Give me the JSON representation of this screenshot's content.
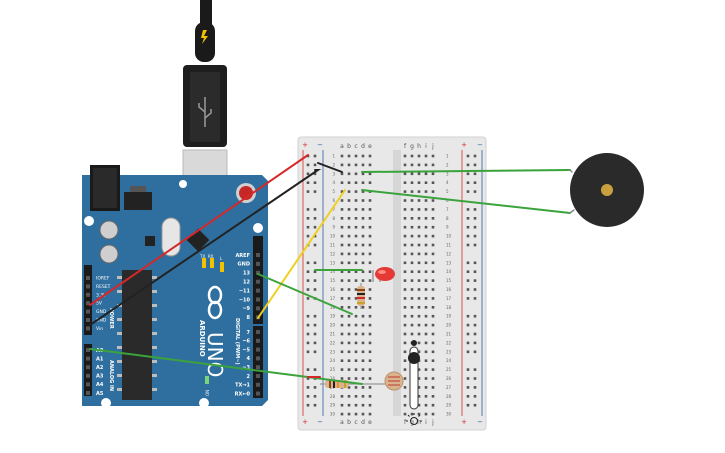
{
  "colors": {
    "board": "#2f6f9f",
    "board_dark": "#1f5378",
    "breadboard": "#e8e8e8",
    "wire_red": "#d62828",
    "wire_black": "#222222",
    "wire_yellow": "#f0cf1e",
    "wire_green": "#3ba33b",
    "buzzer": "#2a2a2a",
    "led": "#e53935"
  },
  "arduino": {
    "brand": "ARDUINO",
    "model": "UNO",
    "power_header_title": "POWER",
    "analog_header_title": "ANALOG IN",
    "digital_header_title": "DIGITAL (PWM~)",
    "on_label": "ON",
    "tx_label": "TX",
    "rx_label": "RX",
    "l_label": "L",
    "power_pins": [
      "IOREF",
      "RESET",
      "3.3V",
      "5V",
      "GND",
      "GND",
      "Vin"
    ],
    "analog_pins": [
      "A0",
      "A1",
      "A2",
      "A3",
      "A4",
      "A5"
    ],
    "digital_top": [
      "AREF",
      "GND",
      "13",
      "12",
      "~11",
      "~10",
      "~9",
      "8"
    ],
    "digital_bottom": [
      "7",
      "~6",
      "~5",
      "4",
      "~3",
      "2",
      "TX→1",
      "RX←0"
    ]
  },
  "breadboard": {
    "col_letters_left": [
      "a",
      "b",
      "c",
      "d",
      "e"
    ],
    "col_letters_right": [
      "f",
      "g",
      "h",
      "i",
      "j"
    ],
    "rail_plus": "+",
    "rail_minus": "−",
    "rows": [
      "1",
      "2",
      "3",
      "4",
      "5",
      "6",
      "7",
      "8",
      "9",
      "10",
      "11",
      "12",
      "13",
      "14",
      "15",
      "16",
      "17",
      "18",
      "19",
      "20",
      "21",
      "22",
      "23",
      "24",
      "25",
      "26",
      "27",
      "28",
      "29",
      "30"
    ]
  }
}
